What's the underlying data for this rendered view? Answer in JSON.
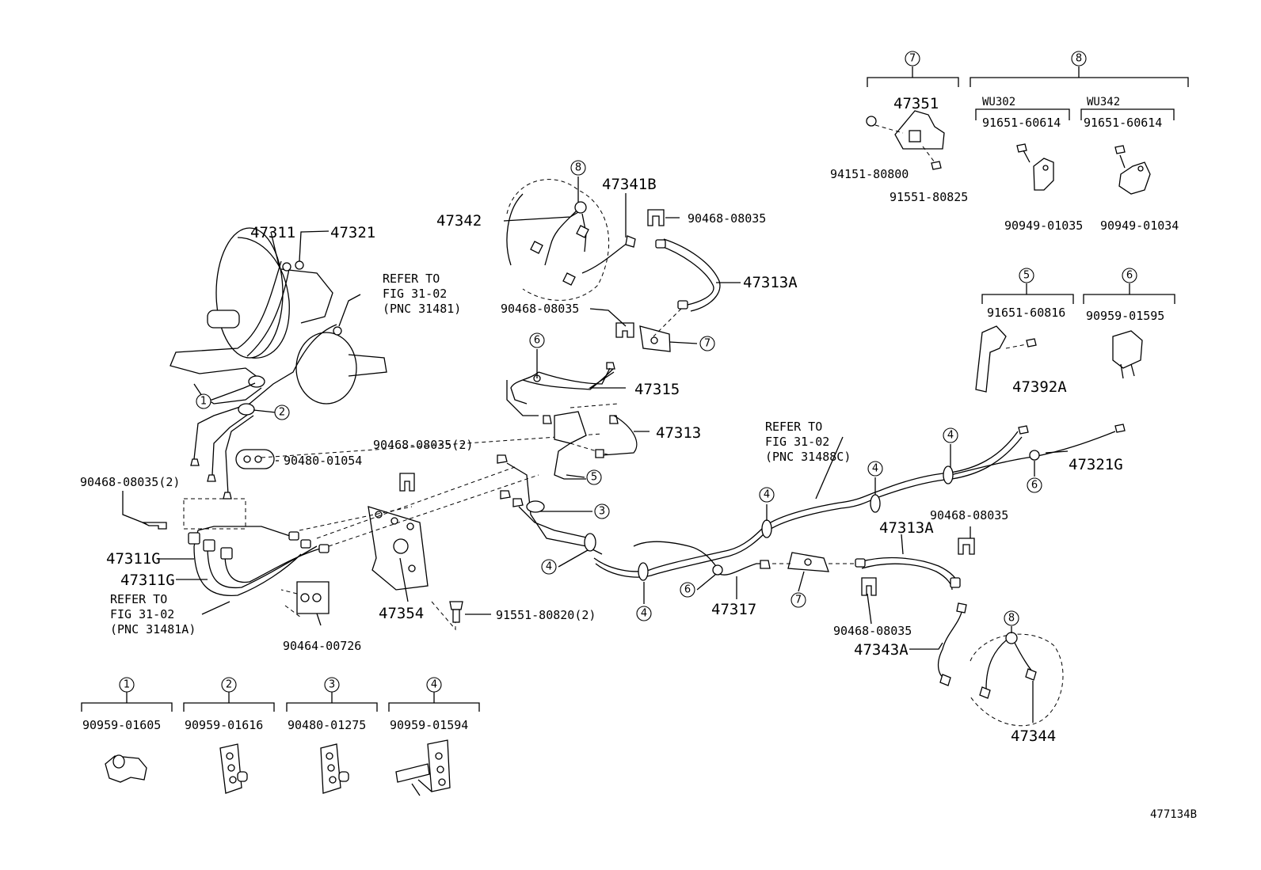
{
  "footer_code": "477134B",
  "callout_numbers": [
    "1",
    "2",
    "3",
    "4",
    "5",
    "6",
    "7",
    "8"
  ],
  "part_labels": {
    "p47311": "47311",
    "p47321": "47321",
    "p47342": "47342",
    "p47341B": "47341B",
    "p90468_08035_top": "90468-08035",
    "p47313A_top": "47313A",
    "p90468_08035_mid": "90468-08035",
    "p47315": "47315",
    "p47313": "47313",
    "p90468_08035_2_mid": "90468-08035(2)",
    "p90480_01054": "90480-01054",
    "p90468_08035_2_left": "90468-08035(2)",
    "p47311G_a": "47311G",
    "p47311G_b": "47311G",
    "p47354": "47354",
    "p91551_80820_2": "91551-80820(2)",
    "p90464_00726": "90464-00726",
    "p47317": "47317",
    "p47321G": "47321G",
    "p47313A_right": "47313A",
    "p90468_08035_right": "90468-08035",
    "p90468_08035_lower": "90468-08035",
    "p47343A": "47343A",
    "p47344": "47344"
  },
  "refer_notes": {
    "upper": [
      "REFER TO",
      "FIG 31-02",
      "(PNC 31481)"
    ],
    "left": [
      "REFER TO",
      "FIG 31-02",
      "(PNC 31481A)"
    ],
    "center": [
      "REFER TO",
      "FIG 31-02",
      "(PNC 31488C)"
    ]
  },
  "legend_groups": [
    {
      "num": "1",
      "parts": [
        "90959-01605"
      ]
    },
    {
      "num": "2",
      "parts": [
        "90959-01616"
      ]
    },
    {
      "num": "3",
      "parts": [
        "90480-01275"
      ]
    },
    {
      "num": "4",
      "parts": [
        "90959-01594"
      ]
    },
    {
      "num": "5",
      "parts": [
        "91651-60816",
        "47392A"
      ]
    },
    {
      "num": "6",
      "parts": [
        "90959-01595"
      ]
    },
    {
      "num": "7",
      "parts": [
        "47351",
        "94151-80800",
        "91551-80825"
      ]
    },
    {
      "num": "8",
      "sub": [
        {
          "code": "WU302",
          "parts": [
            "91651-60614",
            "90949-01035"
          ]
        },
        {
          "code": "WU342",
          "parts": [
            "91651-60614",
            "90949-01034"
          ]
        }
      ]
    }
  ]
}
